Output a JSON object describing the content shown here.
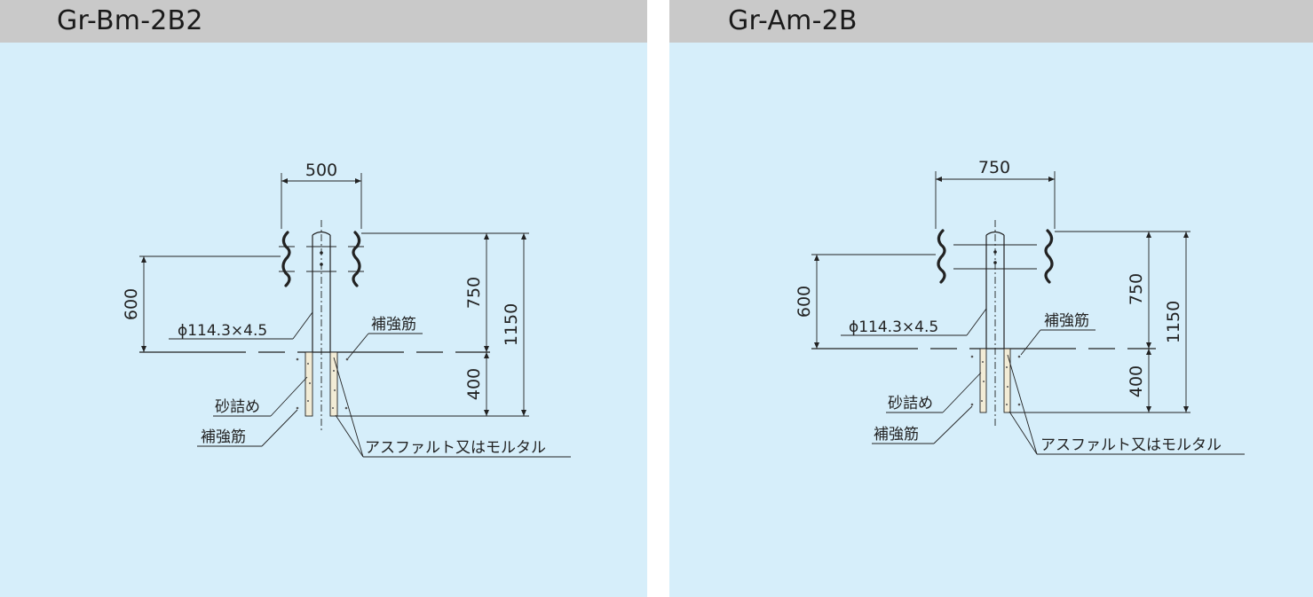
{
  "panels": [
    {
      "title": "Gr-Bm-2B2",
      "dim_width": "500",
      "dim_post_height": "750",
      "dim_embed": "400",
      "dim_total": "1150",
      "dim_rail_height": "600",
      "pipe_spec": "ϕ114.3×4.5",
      "label_rebar_top": "補強筋",
      "label_sand": "砂詰め",
      "label_rebar_bottom": "補強筋",
      "label_asphalt": "アスファルト又はモルタル"
    },
    {
      "title": "Gr-Am-2B",
      "dim_width": "750",
      "dim_post_height": "750",
      "dim_embed": "400",
      "dim_total": "1150",
      "dim_rail_height": "600",
      "pipe_spec": "ϕ114.3×4.5",
      "label_rebar_top": "補強筋",
      "label_sand": "砂詰め",
      "label_rebar_bottom": "補強筋",
      "label_asphalt": "アスファルト又はモルタル"
    }
  ],
  "colors": {
    "panel_bg": "#d6eefa",
    "header_bg": "#c9c9c9",
    "line": "#222222",
    "concrete": "#f2ecd6"
  }
}
